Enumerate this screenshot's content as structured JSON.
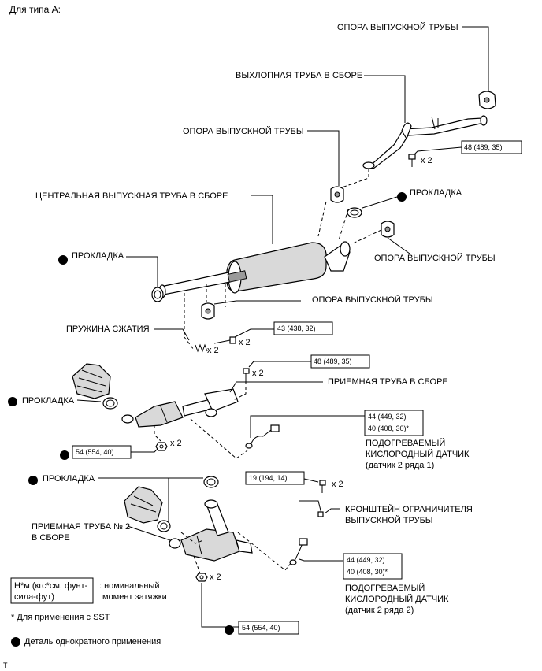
{
  "title": "Для типа А:",
  "labels": {
    "support_top": "ОПОРА ВЫПУСКНОЙ ТРУБЫ",
    "tailpipe": "ВЫХЛОПНАЯ ТРУБА В СБОРЕ",
    "support_mid": "ОПОРА ВЫПУСКНОЙ ТРУБЫ",
    "gasket_1": "ПРОКЛАДКА",
    "center_pipe": "ЦЕНТРАЛЬНАЯ ВЫПУСКНАЯ ТРУБА В СБОРЕ",
    "support_right": "ОПОРА ВЫПУСКНОЙ ТРУБЫ",
    "gasket_2": "ПРОКЛАДКА",
    "support_low": "ОПОРА ВЫПУСКНОЙ ТРУБЫ",
    "spring": "ПРУЖИНА СЖАТИЯ",
    "front_pipe": "ПРИЕМНАЯ ТРУБА В СБОРЕ",
    "gasket_3": "ПРОКЛАДКА",
    "o2_sensor_1_lines": [
      "ПОДОГРЕВАЕМЫЙ",
      "КИСЛОРОДНЫЙ ДАТЧИК",
      "(датчик 2 ряда 1)"
    ],
    "gasket_4": "ПРОКЛАДКА",
    "bracket_lines": [
      "КРОНШТЕЙН ОГРАНИЧИТЕЛЯ",
      "ВЫПУСКНОЙ ТРУБЫ"
    ],
    "front_pipe_2_lines": [
      "ПРИЕМНАЯ ТРУБА № 2",
      "В СБОРЕ"
    ],
    "o2_sensor_2_lines": [
      "ПОДОГРЕВАЕМЫЙ",
      "КИСЛОРОДНЫЙ ДАТЧИК",
      "(датчик 2 ряда 2)"
    ]
  },
  "torques": {
    "t1": "48 (489, 35)",
    "t2": "43 (438, 32)",
    "t3": "48 (489, 35)",
    "t4a": "44 (449, 32)",
    "t4b": "40 (408, 30)*",
    "t5": "54 (554, 40)",
    "t6": "19 (194, 14)",
    "t7a": "44 (449, 32)",
    "t7b": "40 (408, 30)*",
    "t8": "54 (554, 40)"
  },
  "quantities": {
    "bolt_tailpipe": "x 2",
    "spring": "x 2",
    "bolt_center": "x 2",
    "bolt_front_top": "x 2",
    "nut_front": "x 2",
    "bolt_bracket": "x 2",
    "nut_front2": "x 2"
  },
  "legend": {
    "unit_lines": [
      "Н*м (кгс*см, фунт-",
      "сила-фут)"
    ],
    "unit_desc_lines": [
      ": номинальный",
      "момент затяжки"
    ],
    "sst_note": "* Для применения с SST",
    "single_use": "Деталь однократного применения"
  },
  "corner_mark": "T"
}
